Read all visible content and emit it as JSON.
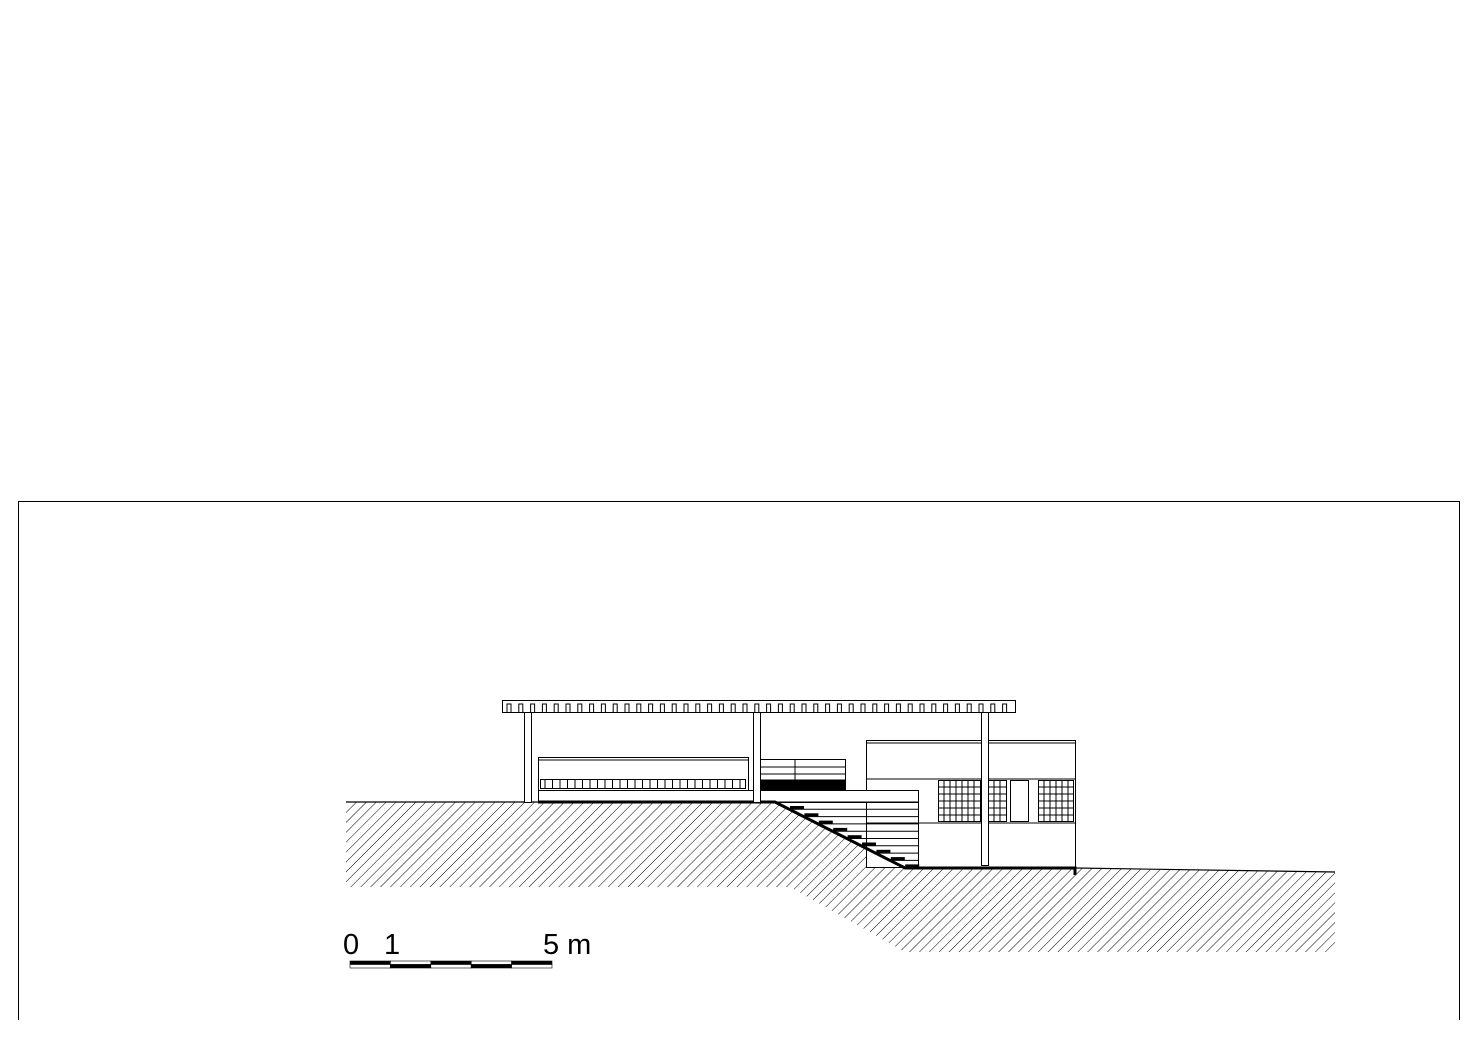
{
  "drawing": {
    "type": "architectural section / elevation",
    "scale_bar": {
      "labels": [
        "0",
        "1",
        "5 m"
      ],
      "unit": "m",
      "segments": 5
    },
    "colors": {
      "line": "#000000",
      "background": "#ffffff"
    }
  }
}
